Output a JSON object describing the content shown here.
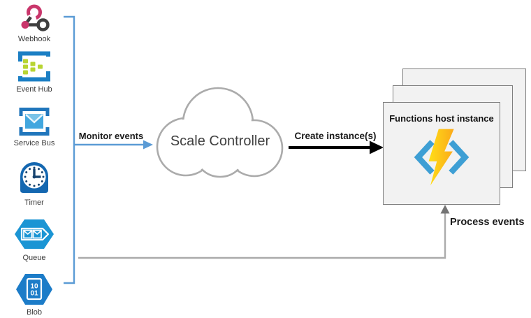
{
  "sources": [
    {
      "label": "Webhook"
    },
    {
      "label": "Event Hub"
    },
    {
      "label": "Service Bus"
    },
    {
      "label": "Timer"
    },
    {
      "label": "Queue"
    },
    {
      "label": "Blob",
      "doc_lines": [
        "10",
        "01"
      ]
    }
  ],
  "controller": {
    "label": "Scale Controller"
  },
  "host": {
    "title": "Functions host instance",
    "stack_count": 3
  },
  "arrows": {
    "monitor": "Monitor events",
    "create": "Create instance(s)",
    "process": "Process events"
  },
  "colors": {
    "bracket_arrow_blue": "#5B9BD5",
    "process_line_gray": "#ABABAB",
    "create_arrow_black": "#000000",
    "cloud_outline_gray": "#ABABAB",
    "host_box_fill": "#F2F2F2",
    "host_box_border": "#7F7F7F",
    "functions_bracket_blue": "#3E9FD4",
    "bolt_yellow": "#FFDE17",
    "bolt_orange": "#FBA919",
    "webhook_pink": "#C9366B",
    "webhook_gray": "#3F3F3F",
    "eventhub_frame_blue": "#1B7FC4",
    "eventhub_green": "#B8D432",
    "servicebus_blue": "#2076BC",
    "timer_blue": "#1467B0",
    "queue_blue": "#1B95D4",
    "blob_blue": "#1C7CC8",
    "label_dark": "#1A1A1A",
    "text_gray": "#404040"
  }
}
